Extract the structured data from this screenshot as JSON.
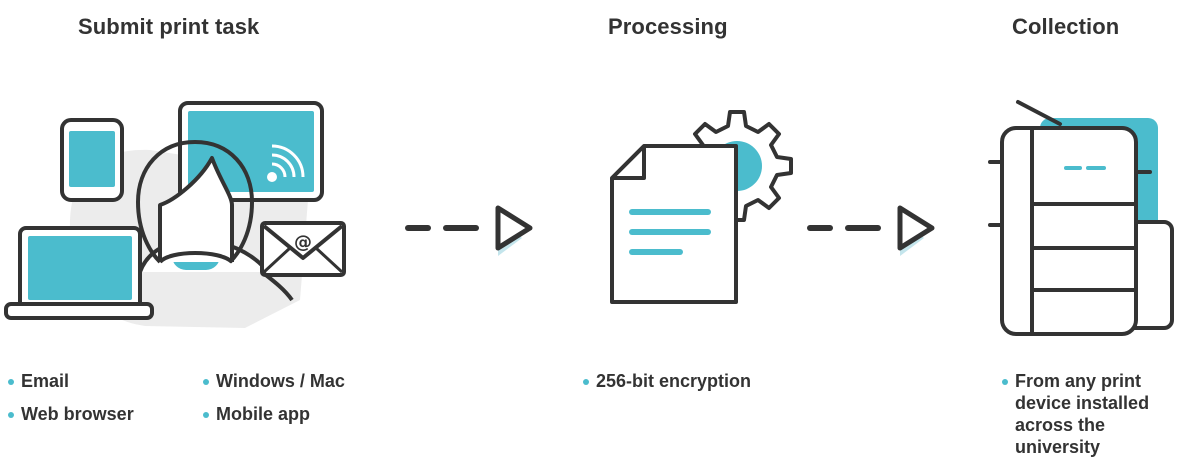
{
  "stages": [
    {
      "title": "Submit print task",
      "bullets": [
        "Email",
        "Web browser",
        "Windows / Mac",
        "Mobile app"
      ]
    },
    {
      "title": "Processing",
      "bullets": [
        "256-bit encryption"
      ]
    },
    {
      "title": "Collection",
      "bullets": [
        "From any print device installed across the university"
      ]
    }
  ],
  "icons": {
    "submit": [
      "smartphone-icon",
      "monitor-wireless-icon",
      "user-avatar-icon",
      "laptop-icon",
      "email-envelope-icon"
    ],
    "processing": [
      "document-icon",
      "gear-icon"
    ],
    "collection": [
      "printer-icon"
    ],
    "flow": [
      "arrow-right-icon",
      "arrow-right-icon"
    ]
  },
  "colors": {
    "accent": "#4bbccd",
    "accent_light": "#c4e5ec",
    "outline": "#333333",
    "background_blob": "#ececec"
  }
}
